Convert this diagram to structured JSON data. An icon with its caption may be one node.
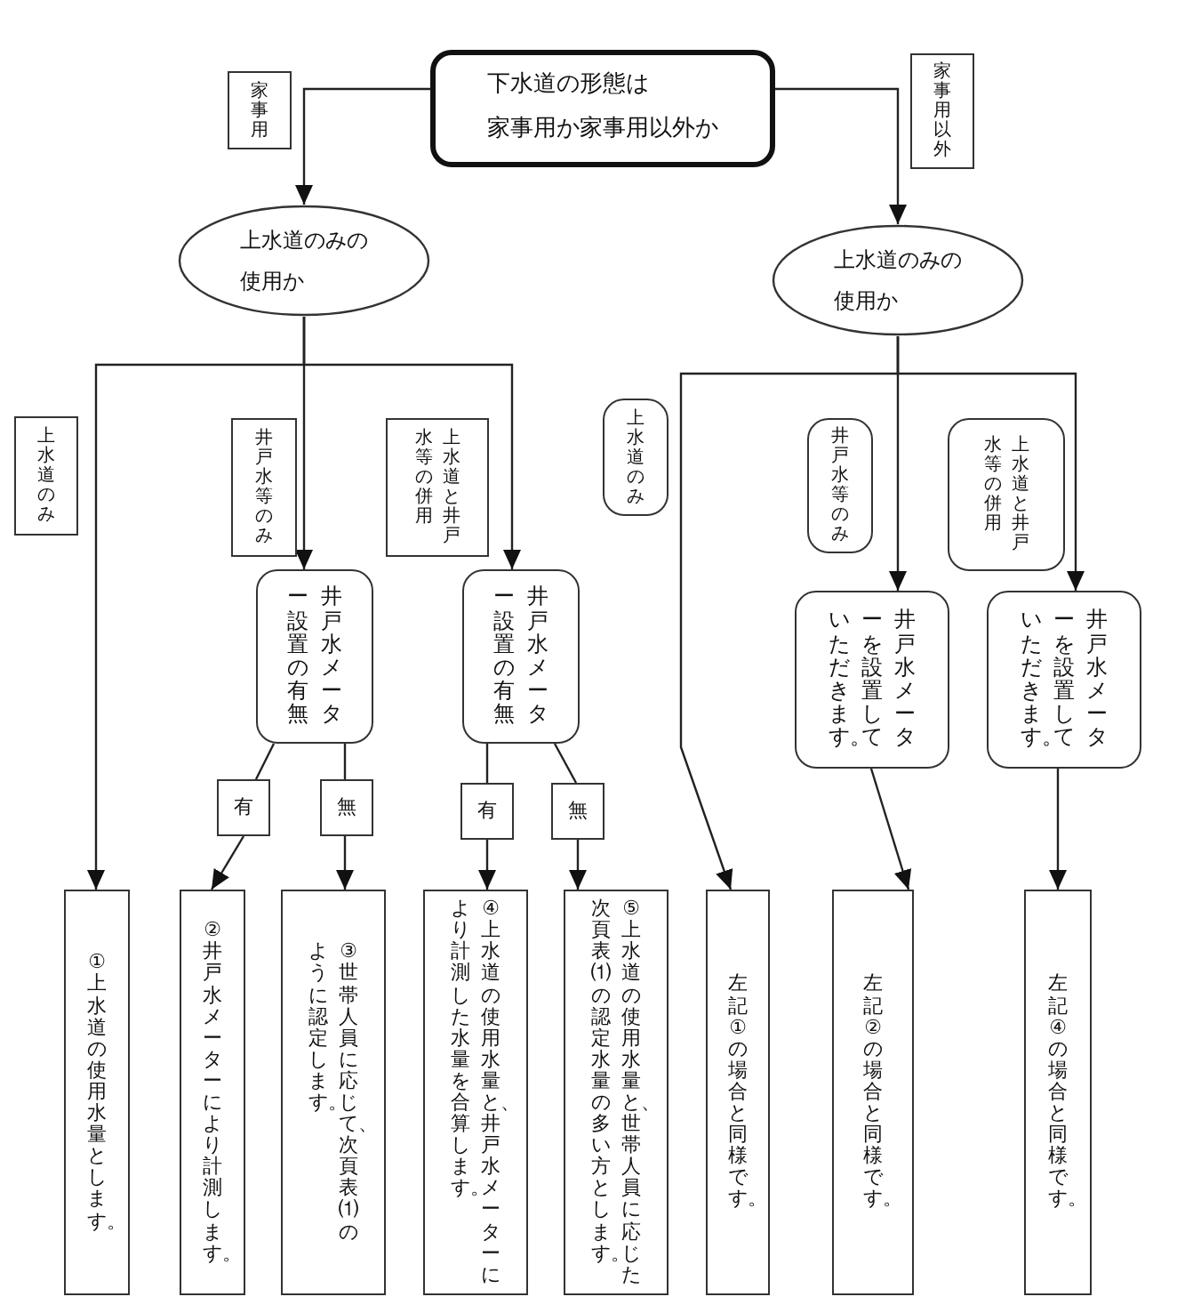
{
  "diagram": {
    "nodes": [
      {
        "text": [
          "下水道の形態は家事用か家事用以外か"
        ]
      },
      {
        "text": [
          "家事用"
        ]
      },
      {
        "text": [
          "家事用以外"
        ]
      },
      {
        "text": [
          "上水道のみの使用か"
        ]
      },
      {
        "text": [
          "上水道のみの使用か"
        ]
      },
      {
        "text": [
          "上水道のみ"
        ]
      },
      {
        "text": [
          "井戸水等のみ"
        ]
      },
      {
        "text": [
          "上水道と井戸水等の併用"
        ]
      },
      {
        "text": [
          "上水道のみ"
        ]
      },
      {
        "text": [
          "井戸水等のみ"
        ]
      },
      {
        "text": [
          "上水道と井戸水等の併用"
        ]
      },
      {
        "text": [
          "井戸水メーター設置の有無"
        ]
      },
      {
        "text": [
          "井戸水メーター設置の有無"
        ]
      },
      {
        "text": [
          "有"
        ]
      },
      {
        "text": [
          "無"
        ]
      },
      {
        "text": [
          "有"
        ]
      },
      {
        "text": [
          "無"
        ]
      },
      {
        "text": [
          "井戸水メーターを設置していただきます。"
        ]
      },
      {
        "text": [
          "井戸水メーターを設置していただきます。"
        ]
      },
      {
        "text": [
          "①上水道の使用水量とします。"
        ]
      },
      {
        "text": [
          "②井戸水メーターにより計測します。"
        ]
      },
      {
        "text": [
          "③世帯人員に応じて、次頁表⑴のように認定します。"
        ]
      },
      {
        "text": [
          "④上水道の使用水量と、井戸水メーターにより計測した水量を合算します。"
        ]
      },
      {
        "text": [
          "⑤上水道の使用水量と、世帯人員に応じた次頁表⑴の認定水量の多い方とします。"
        ]
      },
      {
        "text": [
          "左記①の場合と同様です。"
        ]
      },
      {
        "text": [
          "左記②の場合と同様です。"
        ]
      },
      {
        "text": [
          "左記④の場合と同様です。"
        ]
      }
    ],
    "edges": [
      {
        "from": 0,
        "to": 3,
        "arrow": "to"
      },
      {
        "from": 0,
        "to": 4,
        "arrow": "to"
      },
      {
        "from": 3,
        "to": 19,
        "arrow": "to"
      },
      {
        "from": 3,
        "to": 11,
        "arrow": "to"
      },
      {
        "from": 3,
        "to": 12,
        "arrow": "to"
      },
      {
        "from": 4,
        "to": 24,
        "arrow": "to"
      },
      {
        "from": 4,
        "to": 17,
        "arrow": "to"
      },
      {
        "from": 4,
        "to": 18,
        "arrow": "to"
      },
      {
        "from": 11,
        "to": 13,
        "arrow": "none"
      },
      {
        "from": 13,
        "to": 20,
        "arrow": "to"
      },
      {
        "from": 11,
        "to": 14,
        "arrow": "none"
      },
      {
        "from": 14,
        "to": 21,
        "arrow": "to"
      },
      {
        "from": 12,
        "to": 15,
        "arrow": "none"
      },
      {
        "from": 15,
        "to": 22,
        "arrow": "to"
      },
      {
        "from": 12,
        "to": 16,
        "arrow": "none"
      },
      {
        "from": 16,
        "to": 23,
        "arrow": "to"
      },
      {
        "from": 17,
        "to": 25,
        "arrow": "to"
      },
      {
        "from": 18,
        "to": 26,
        "arrow": "to"
      }
    ]
  }
}
